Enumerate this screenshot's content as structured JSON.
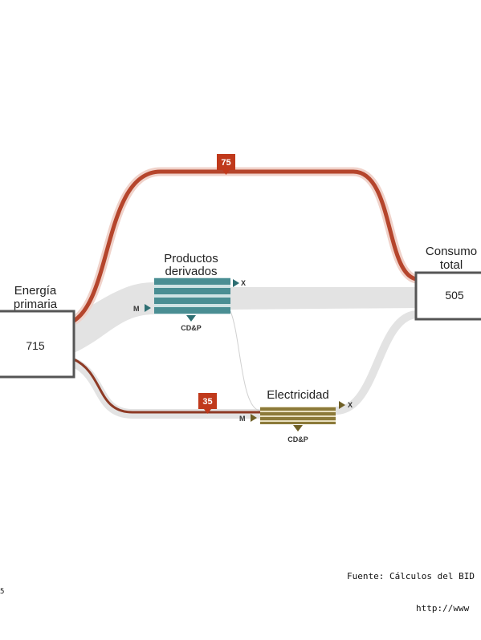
{
  "nodes": {
    "primary": {
      "label_line1": "Energía",
      "label_line2": "primaria",
      "value": "715"
    },
    "consumption": {
      "label_line1": "Consumo",
      "label_line2": "total",
      "value": "505"
    },
    "derived": {
      "label_line1": "Productos",
      "label_line2": "derivados",
      "import": "M",
      "export": "X",
      "loss": "CD&P"
    },
    "electricity": {
      "label": "Electricidad",
      "import": "M",
      "export": "X",
      "loss": "CD&P"
    }
  },
  "flows": {
    "top_loss": {
      "value": "75"
    },
    "bottom_loss": {
      "value": "35"
    }
  },
  "footer": {
    "source": "Fuente: Cálculos del BID",
    "url": "http://www",
    "left_fragment": "5"
  },
  "colors": {
    "loss_flow": "#b5452c",
    "tag": "#c0391b",
    "main_flow": "#e3e3e3",
    "derived_box": "#4a8e93",
    "electricity_box": "#8c7a3a",
    "node_border": "#555555"
  }
}
